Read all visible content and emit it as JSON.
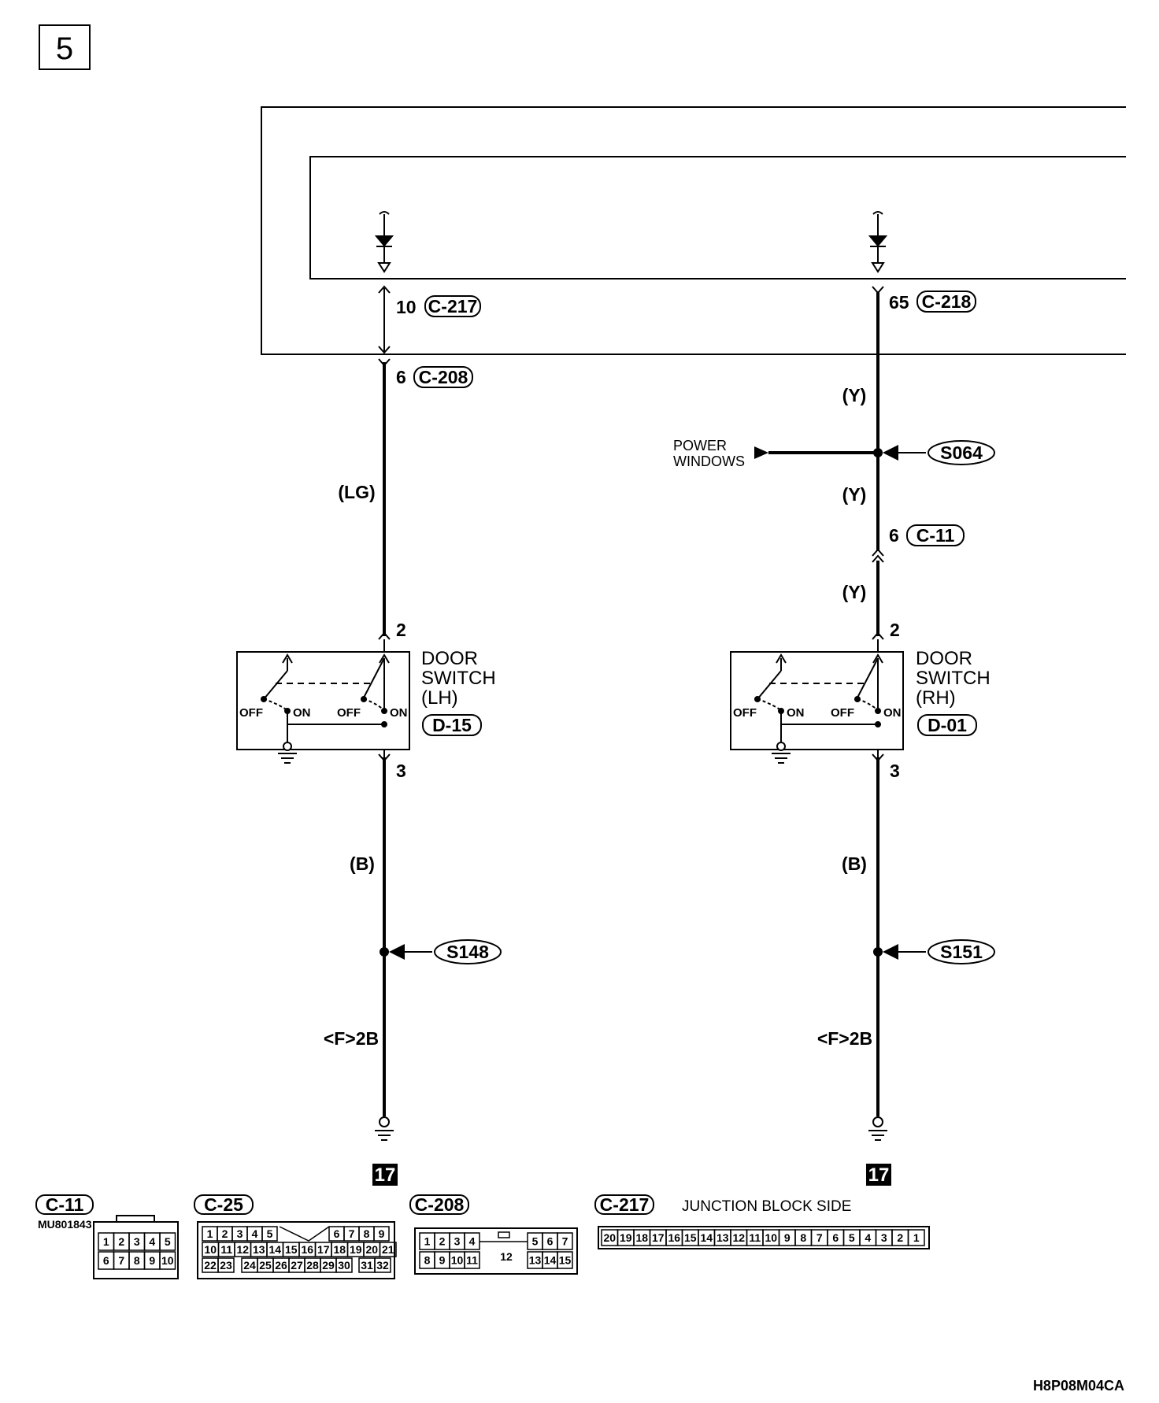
{
  "page_number": "5",
  "drawing_code": "H8P08M04CA",
  "colors": {
    "line": "#000000",
    "background": "#ffffff"
  },
  "left_circuit": {
    "upper_connector": {
      "pin": "10",
      "id": "C-217"
    },
    "lower_connector": {
      "pin": "6",
      "id": "C-208"
    },
    "wire_color_top": "(LG)",
    "switch": {
      "pin_top": "2",
      "pin_bottom": "3",
      "name_line1": "DOOR",
      "name_line2": "SWITCH",
      "name_line3": "(LH)",
      "connector": "D-15",
      "off": "OFF",
      "on": "ON"
    },
    "wire_color_bottom": "(B)",
    "splice": "S148",
    "ground_ref": "<F>2B",
    "ground_number": "17"
  },
  "right_circuit": {
    "upper_connector": {
      "pin": "65",
      "id": "C-218"
    },
    "wire_color_1": "(Y)",
    "branch_label_line1": "POWER",
    "branch_label_line2": "WINDOWS",
    "splice_top": "S064",
    "wire_color_2": "(Y)",
    "mid_connector": {
      "pin": "6",
      "id": "C-11"
    },
    "wire_color_3": "(Y)",
    "switch": {
      "pin_top": "2",
      "pin_bottom": "3",
      "name_line1": "DOOR",
      "name_line2": "SWITCH",
      "name_line3": "(RH)",
      "connector": "D-01",
      "off": "OFF",
      "on": "ON"
    },
    "wire_color_bottom": "(B)",
    "splice": "S151",
    "ground_ref": "<F>2B",
    "ground_number": "17"
  },
  "connector_views": {
    "c11": {
      "id": "C-11",
      "part_number": "MU801843",
      "rows": [
        [
          "1",
          "2",
          "3",
          "4",
          "5"
        ],
        [
          "6",
          "7",
          "8",
          "9",
          "10"
        ]
      ]
    },
    "c25": {
      "id": "C-25",
      "rows": [
        [
          "1",
          "2",
          "3",
          "4",
          "5",
          "6",
          "7",
          "8",
          "9"
        ],
        [
          "10",
          "11",
          "12",
          "13",
          "14",
          "15",
          "16",
          "17",
          "18",
          "19",
          "20",
          "21"
        ],
        [
          "22",
          "23",
          "24",
          "25",
          "26",
          "27",
          "28",
          "29",
          "30",
          "31",
          "32"
        ]
      ]
    },
    "c208": {
      "id": "C-208",
      "rows": [
        [
          "1",
          "2",
          "3",
          "4",
          "5",
          "6",
          "7"
        ],
        [
          "8",
          "9",
          "10",
          "11",
          "13",
          "14",
          "15"
        ]
      ],
      "center": "12"
    },
    "c217": {
      "id": "C-217",
      "caption": "JUNCTION BLOCK SIDE",
      "pins": [
        "20",
        "19",
        "18",
        "17",
        "16",
        "15",
        "14",
        "13",
        "12",
        "11",
        "10",
        "9",
        "8",
        "7",
        "6",
        "5",
        "4",
        "3",
        "2",
        "1"
      ]
    }
  }
}
